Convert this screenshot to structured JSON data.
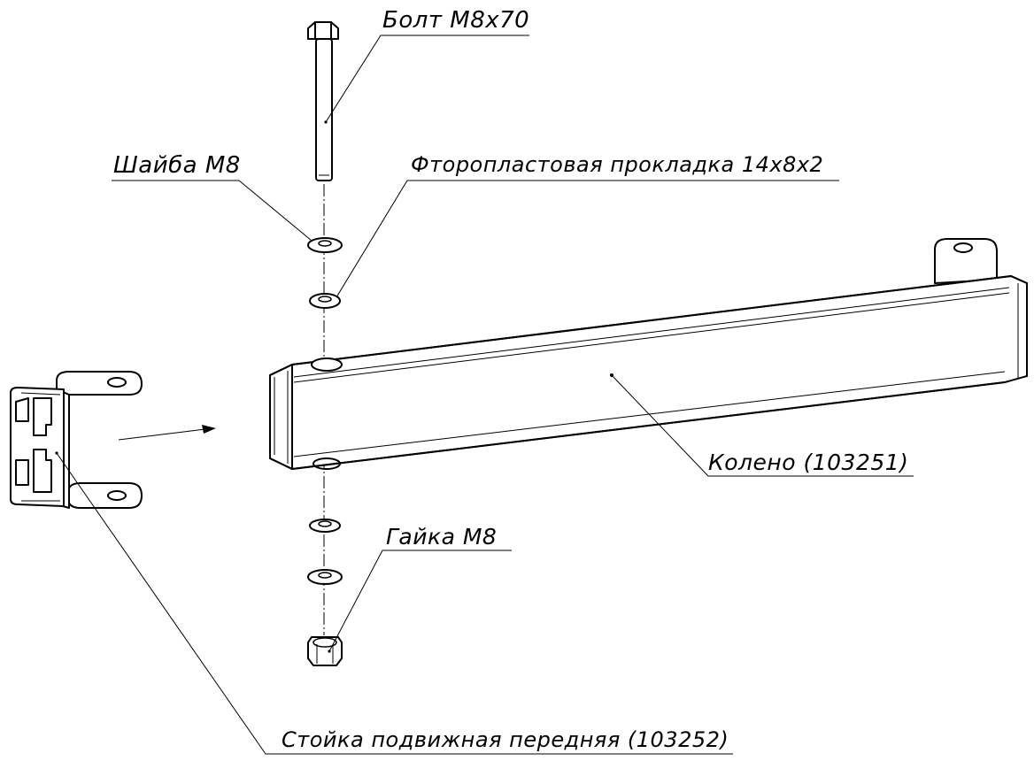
{
  "labels": {
    "bolt": "Болт М8х70",
    "washer": "Шайба М8",
    "gasket": "Фторопластовая прокладка 14х8х2",
    "elbow": "Колено (103251)",
    "nut": "Гайка М8",
    "post": "Стойка подвижная передняя (103252)"
  }
}
